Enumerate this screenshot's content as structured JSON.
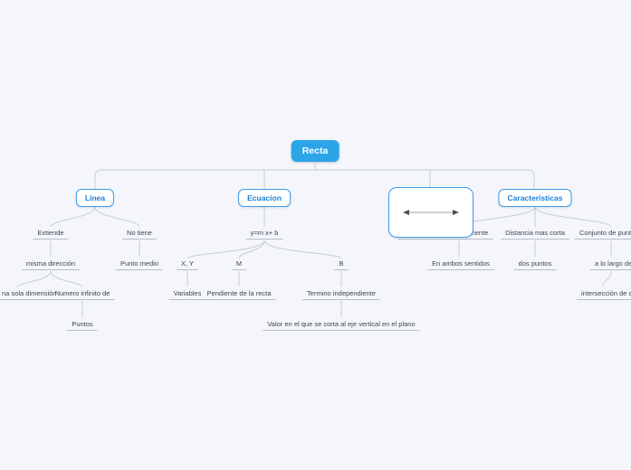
{
  "map": {
    "root": "Recta",
    "linea": {
      "title": "Linea",
      "extiende": "Extiende",
      "no_tiene": "No tiene",
      "misma_direccion": "misma dirección",
      "punto_medio": "Punto medio",
      "una_sola_dimension": "na sola dimensión",
      "numero_infinito": "Numero infinito de",
      "puntos": "Puntos"
    },
    "ecuacion": {
      "title": "Ecuacion",
      "formula": "y=m x+ b",
      "xy": "X, Y",
      "m": "M",
      "b": "B",
      "variables": "Variables",
      "pendiente": "Pendiente de la recta",
      "termino": "Termino independiente",
      "valor": "Valor en el que se corta al eje vertical en el plano"
    },
    "imagen": {
      "icon": "double-headed-arrow"
    },
    "caracteristicas": {
      "title": "Caracteristicas",
      "se_extiende": "Se extiende indefinidamente",
      "en_ambos": "En ambos sentidos",
      "distancia": "Distancia mas corta",
      "dos_puntos": "dos puntos",
      "conjunto": "Conjunto de puntos sit",
      "a_lo_largo": "a lo largo de la",
      "interseccion": "intersección de dos pl"
    }
  },
  "colors": {
    "background": "#f4f6fb",
    "root_fill": "#2ba4e8",
    "node_border": "#3f9ce9",
    "node_text": "#1c7fd6",
    "leaf_text": "#3f4650",
    "underline": "#b6bdc9",
    "connector": "#c6ccd7"
  }
}
